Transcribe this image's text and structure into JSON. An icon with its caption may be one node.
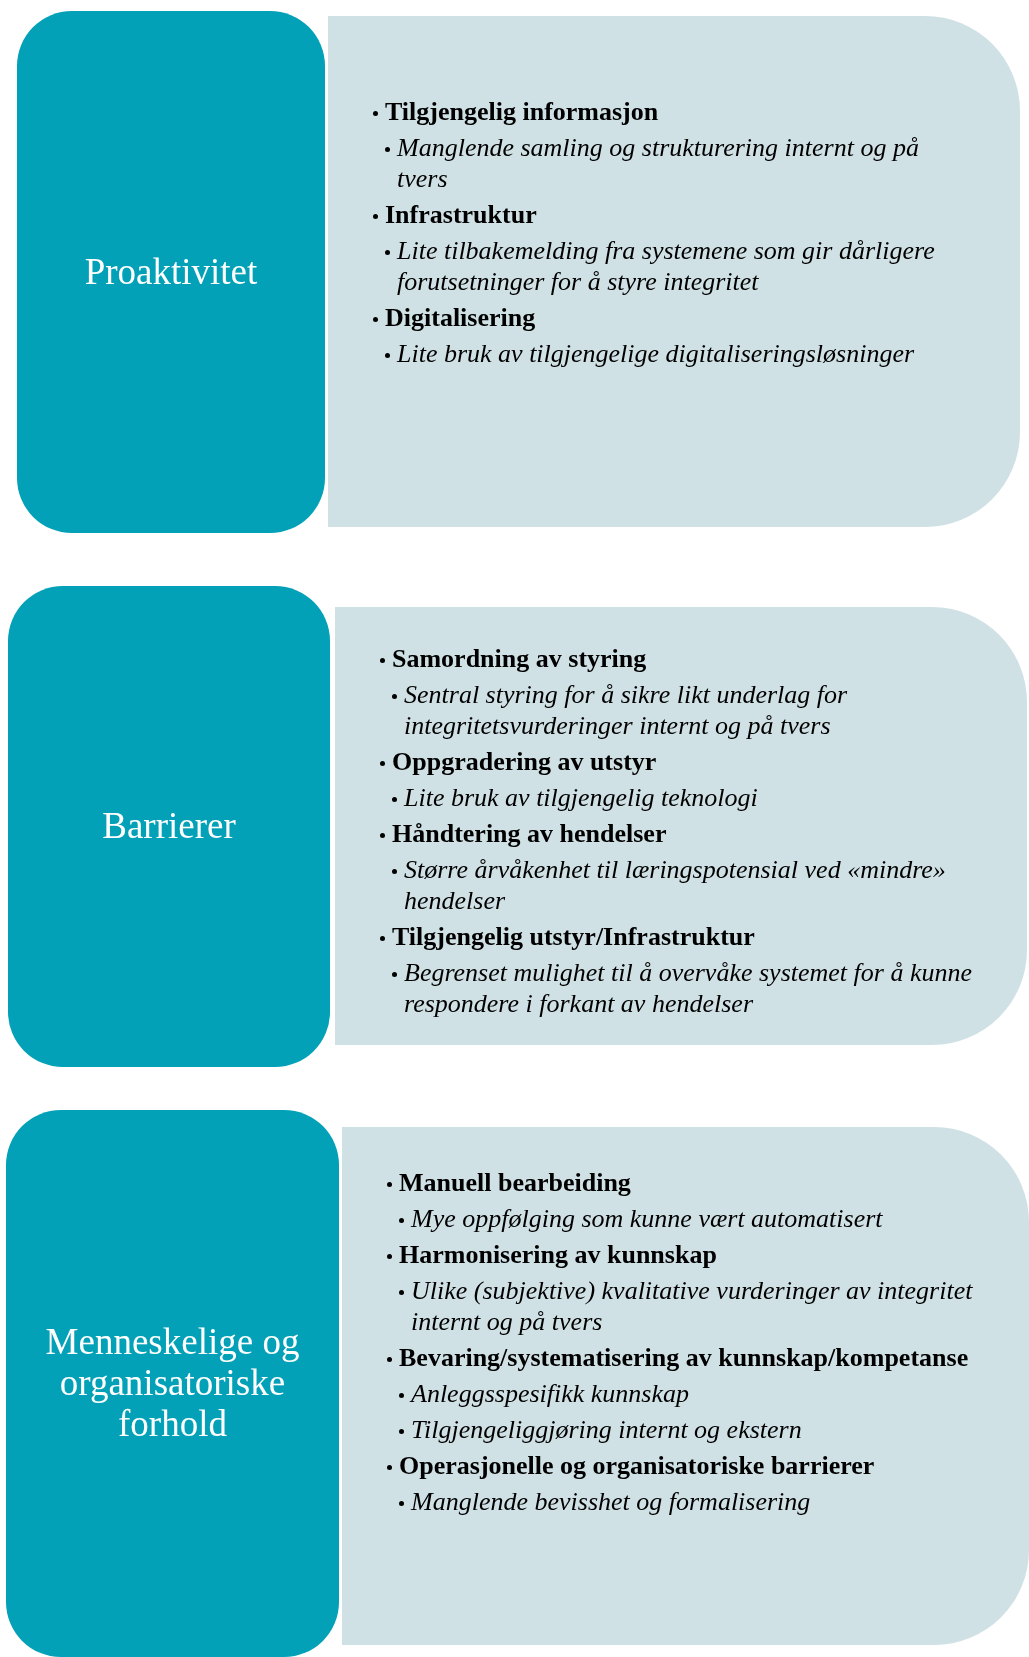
{
  "diagram": {
    "nodes": [
      {
        "text": [
          "Proaktivitet"
        ]
      },
      {
        "text": [
          "Tilgjengelig informasjon",
          "Manglende samling og strukturering internt og på tvers",
          "Infrastruktur",
          "Lite tilbakemelding fra systemene som gir dårligere forutsetninger for å styre integritet",
          "Digitalisering",
          "Lite bruk av tilgjengelige digitaliseringsløsninger"
        ]
      },
      {
        "text": [
          "Barrierer"
        ]
      },
      {
        "text": [
          "Samordning av styring",
          "Sentral styring for å sikre likt underlag for integritetsvurderinger internt og på tvers",
          "Oppgradering av utstyr",
          "Lite bruk av tilgjengelig teknologi",
          "Håndtering av hendelser",
          "Større årvåkenhet til læringspotensial ved «mindre» hendelser",
          "Tilgjengelig utstyr/Infrastruktur",
          "Begrenset mulighet til å overvåke systemet for å kunne respondere i forkant av hendelser"
        ]
      },
      {
        "text": [
          "Menneskelige og organisatoriske forhold"
        ]
      },
      {
        "text": [
          "Manuell bearbeiding",
          "Mye oppfølging som kunne vært automatisert",
          "Harmonisering av kunnskap",
          "Ulike (subjektive) kvalitative vurderinger av integritet internt og på tvers",
          "Bevaring/systematisering av kunnskap/kompetanse",
          "Anleggsspesifikk kunnskap",
          "Tilgjengeliggjøring internt og ekstern",
          "Operasjonelle og organisatoriske barrierer",
          "Manglende bevisshet og formalisering"
        ]
      }
    ]
  }
}
